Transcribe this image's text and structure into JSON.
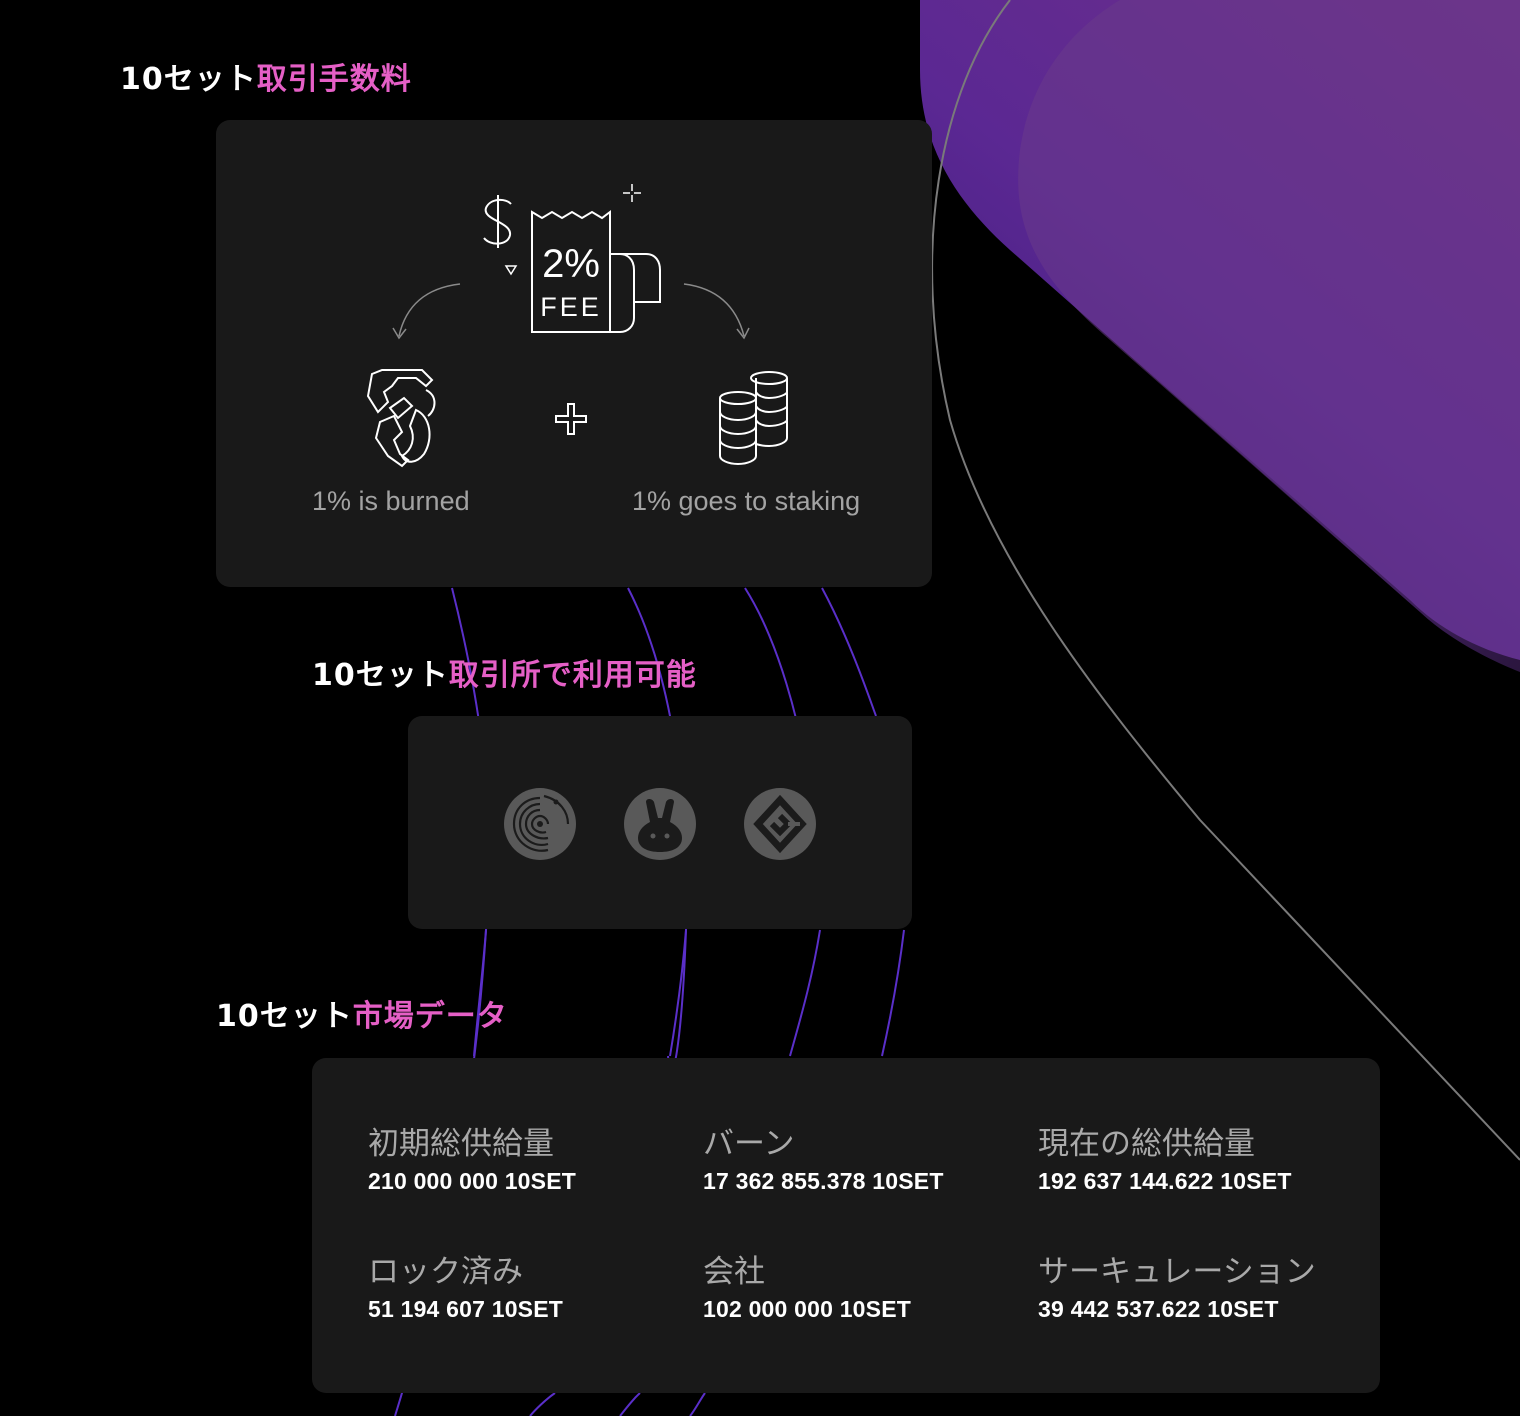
{
  "sections": {
    "fees": {
      "title_prefix": "10セット",
      "title_highlight": "取引手数料",
      "receipt_percent": "2%",
      "receipt_text": "FEE",
      "burned_label": "1% is burned",
      "staking_label": "1% goes to staking"
    },
    "exchanges": {
      "title_prefix": "10セット",
      "title_highlight": "取引所で利用可能",
      "logos": [
        "orbit-exchange-logo",
        "pancakeswap-bunny-logo",
        "hexagon-g-exchange-logo"
      ]
    },
    "market": {
      "title_prefix": "10セット",
      "title_highlight": "市場データ",
      "stats": [
        {
          "label": "初期総供給量",
          "value": "210 000 000 10SET"
        },
        {
          "label": "バーン",
          "value": "17 362 855.378 10SET"
        },
        {
          "label": "現在の総供給量",
          "value": "192 637 144.622 10SET"
        },
        {
          "label": "ロック済み",
          "value": "51 194 607 10SET"
        },
        {
          "label": "会社",
          "value": "102 000 000 10SET"
        },
        {
          "label": "サーキュレーション",
          "value": "39 442 537.622 10SET"
        }
      ]
    }
  },
  "colors": {
    "background": "#000000",
    "card": "#191919",
    "highlight": "#e55fc6",
    "purple_decoration": "#5b2ba0",
    "wave_lines": "#5a2fc9"
  }
}
